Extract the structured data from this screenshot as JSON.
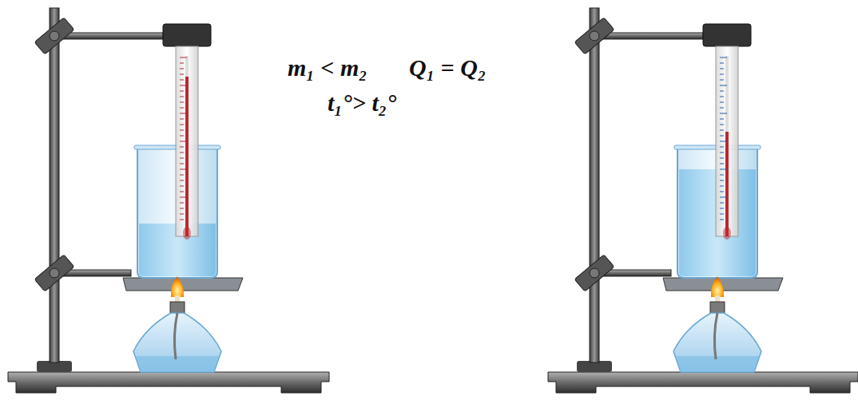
{
  "diagram": {
    "labels": [
      "m₁ < m₂",
      "Q₁ = Q₂",
      "t₁°> t₂°"
    ]
  }
}
